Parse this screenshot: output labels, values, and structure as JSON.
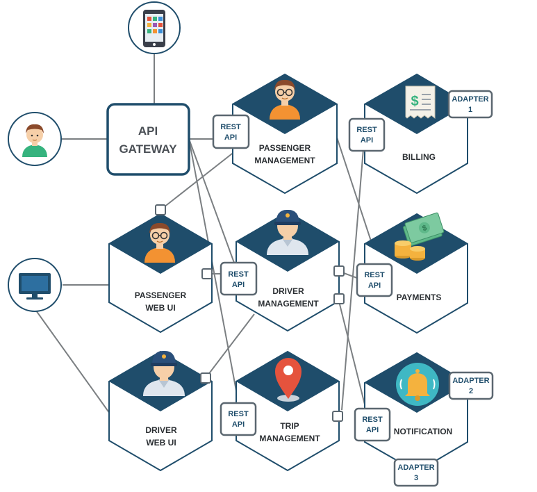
{
  "colors": {
    "navy": "#1f4d6b",
    "border": "#1f4d6b",
    "box_border": "#5b6770",
    "line": "#7b7f82",
    "skin": "#f6cfa8",
    "orange": "#f39232",
    "green": "#36b37e",
    "red": "#e5533d",
    "gold": "#f4b23e"
  },
  "gateway": {
    "line1": "API",
    "line2": "GATEWAY"
  },
  "services": {
    "passenger_mgmt": {
      "line1": "PASSENGER",
      "line2": "MANAGEMENT",
      "icon": "passenger-avatar-icon"
    },
    "billing": {
      "line1": "BILLING",
      "icon": "invoice-icon"
    },
    "passenger_web": {
      "line1": "PASSENGER",
      "line2": "WEB UI",
      "icon": "passenger-avatar-icon"
    },
    "driver_mgmt": {
      "line1": "DRIVER",
      "line2": "MANAGEMENT",
      "icon": "driver-avatar-icon"
    },
    "payments": {
      "line1": "PAYMENTS",
      "icon": "money-icon"
    },
    "driver_web": {
      "line1": "DRIVER",
      "line2": "WEB UI",
      "icon": "driver-avatar-icon"
    },
    "trip_mgmt": {
      "line1": "TRIP",
      "line2": "MANAGEMENT",
      "icon": "map-pin-icon"
    },
    "notification": {
      "line1": "NOTIFICATION",
      "icon": "bell-icon"
    }
  },
  "rest_api": {
    "line1": "REST",
    "line2": "API"
  },
  "adapters": {
    "a1": {
      "line1": "ADAPTER",
      "line2": "1"
    },
    "a2": {
      "line1": "ADAPTER",
      "line2": "2"
    },
    "a3": {
      "line1": "ADAPTER",
      "line2": "3"
    }
  },
  "clients": {
    "mobile": "mobile-phone-icon",
    "user": "user-avatar-icon",
    "desktop": "monitor-icon"
  }
}
